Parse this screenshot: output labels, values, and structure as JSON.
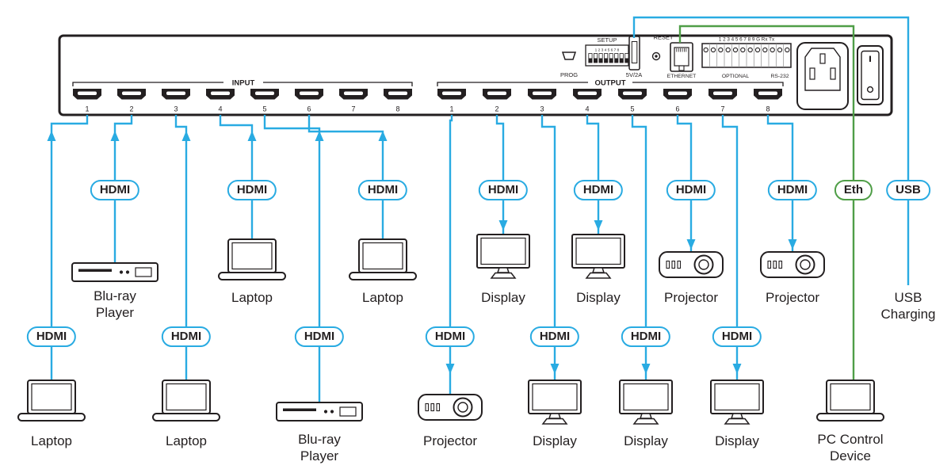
{
  "colors": {
    "cable_hdmi": "#29abe2",
    "cable_ethernet": "#4f9e47",
    "ink": "#231f20"
  },
  "labels": {
    "hdmi": "HDMI",
    "eth": "Eth",
    "usb": "USB"
  },
  "panel": {
    "input_group": "INPUT",
    "output_group": "OUTPUT",
    "setup": "SETUP",
    "setup_numbers": "1 2 3 4 5 6 7 8",
    "prog": "PROG",
    "usb_power": "5V/2A",
    "reset": "RESET",
    "ethernet": "ETHERNET",
    "terminal_numbers": "1 2 3 4 5 6 7 8 9 G Rx Tx",
    "optional": "OPTIONAL",
    "rs232": "RS-232",
    "input_ports": [
      "1",
      "2",
      "3",
      "4",
      "5",
      "6",
      "7",
      "8"
    ],
    "output_ports": [
      "1",
      "2",
      "3",
      "4",
      "5",
      "6",
      "7",
      "8"
    ]
  },
  "devices": {
    "top_row": [
      {
        "type": "bluray",
        "label": "Blu-ray Player"
      },
      {
        "type": "laptop",
        "label": "Laptop"
      },
      {
        "type": "laptop",
        "label": "Laptop"
      },
      {
        "type": "display",
        "label": "Display"
      },
      {
        "type": "display",
        "label": "Display"
      },
      {
        "type": "projector",
        "label": "Projector"
      },
      {
        "type": "projector",
        "label": "Projector"
      },
      {
        "type": "label-only",
        "label": "USB Charging"
      }
    ],
    "bottom_row": [
      {
        "type": "laptop",
        "label": "Laptop"
      },
      {
        "type": "laptop",
        "label": "Laptop"
      },
      {
        "type": "bluray",
        "label": "Blu-ray Player"
      },
      {
        "type": "projector",
        "label": "Projector"
      },
      {
        "type": "display",
        "label": "Display"
      },
      {
        "type": "display",
        "label": "Display"
      },
      {
        "type": "display",
        "label": "Display"
      },
      {
        "type": "pc",
        "label": "PC Control Device"
      }
    ]
  }
}
